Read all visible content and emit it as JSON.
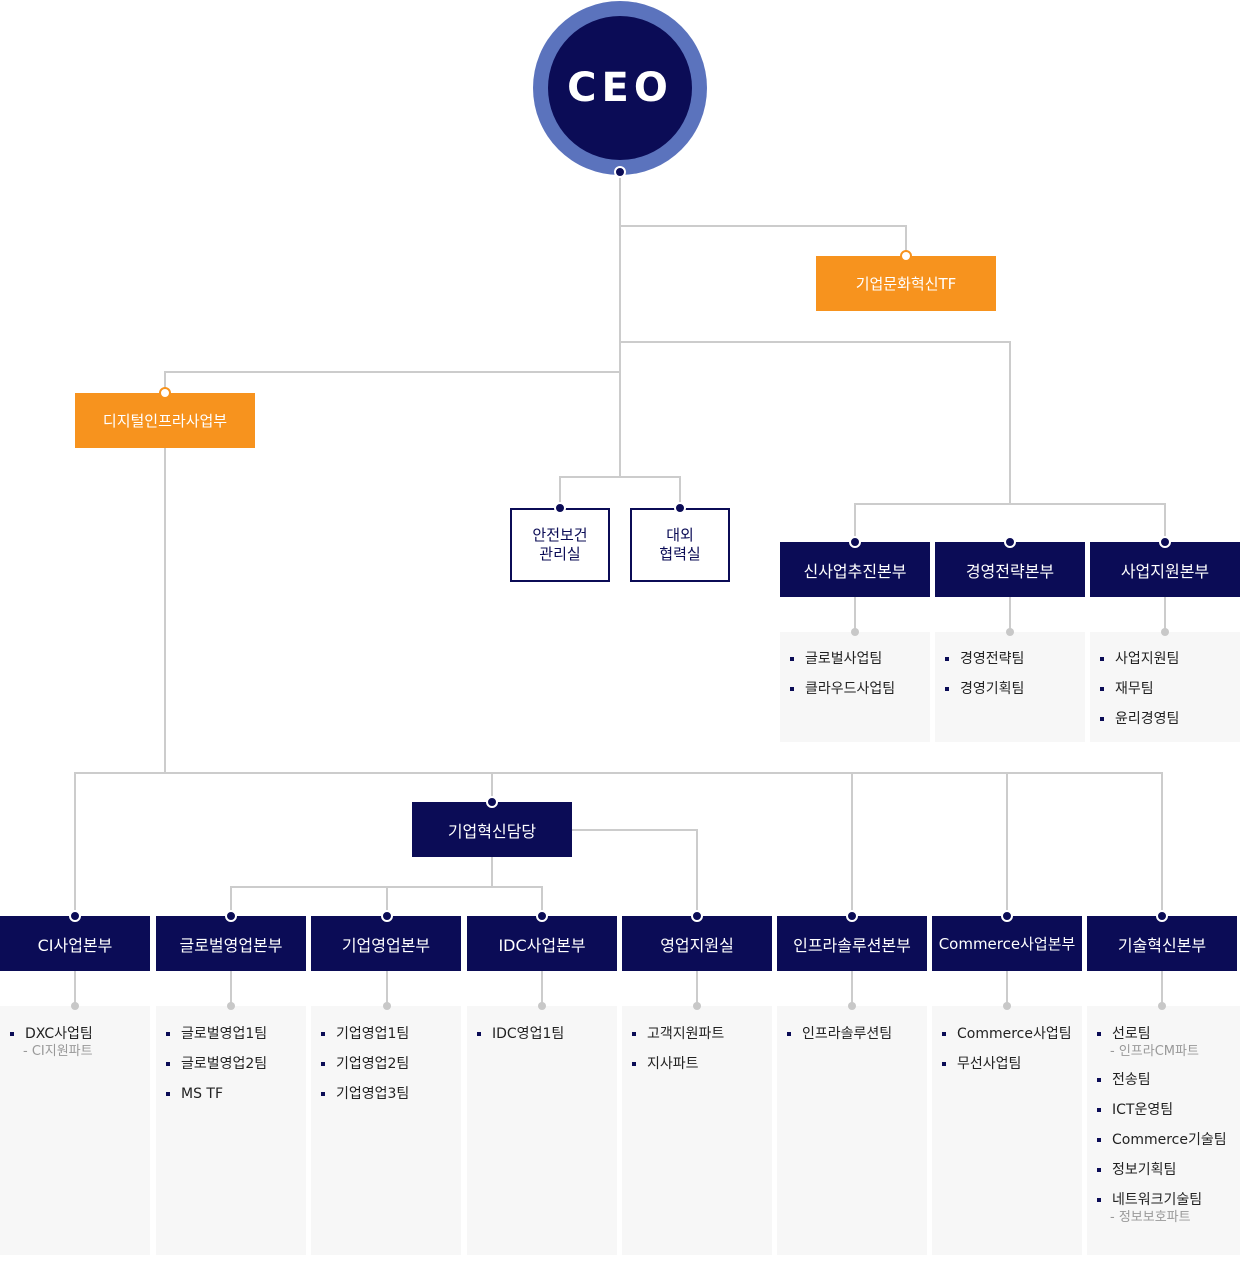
{
  "ceo": "CEO",
  "tf": "기업문화혁신TF",
  "digital": "디지털인프라사업부",
  "safety": [
    "안전보건",
    "관리실"
  ],
  "external": [
    "대외",
    "협력실"
  ],
  "innovation_officer": "기업혁신담당",
  "top_divisions": [
    {
      "label": "신사업추진본부",
      "items": [
        {
          "text": "글로벌사업팀"
        },
        {
          "text": "클라우드사업팀"
        }
      ]
    },
    {
      "label": "경영전략본부",
      "items": [
        {
          "text": "경영전략팀"
        },
        {
          "text": "경영기획팀"
        }
      ]
    },
    {
      "label": "사업지원본부",
      "items": [
        {
          "text": "사업지원팀"
        },
        {
          "text": "재무팀"
        },
        {
          "text": "윤리경영팀"
        }
      ]
    }
  ],
  "bottom_divisions": [
    {
      "label": "CI사업본부",
      "items": [
        {
          "text": "DXC사업팀",
          "sub": "- CI지원파트"
        }
      ]
    },
    {
      "label": "글로벌영업본부",
      "items": [
        {
          "text": "글로벌영업1팀"
        },
        {
          "text": "글로벌영업2팀"
        },
        {
          "text": "MS TF"
        }
      ]
    },
    {
      "label": "기업영업본부",
      "items": [
        {
          "text": "기업영업1팀"
        },
        {
          "text": "기업영업2팀"
        },
        {
          "text": "기업영업3팀"
        }
      ]
    },
    {
      "label": "IDC사업본부",
      "items": [
        {
          "text": "IDC영업1팀"
        }
      ]
    },
    {
      "label": "영업지원실",
      "items": [
        {
          "text": "고객지원파트"
        },
        {
          "text": "지사파트"
        }
      ]
    },
    {
      "label": "인프라솔루션본부",
      "items": [
        {
          "text": "인프라솔루션팀"
        }
      ]
    },
    {
      "label": "Commerce사업본부",
      "items": [
        {
          "text": "Commerce사업팀"
        },
        {
          "text": "무선사업팀"
        }
      ]
    },
    {
      "label": "기술혁신본부",
      "items": [
        {
          "text": "선로팀",
          "sub": "- 인프라CM파트"
        },
        {
          "text": "전송팀"
        },
        {
          "text": "ICT운영팀"
        },
        {
          "text": "Commerce기술팀"
        },
        {
          "text": "정보기획팀"
        },
        {
          "text": "네트워크기술팀",
          "sub": "- 정보보호파트"
        }
      ]
    }
  ]
}
